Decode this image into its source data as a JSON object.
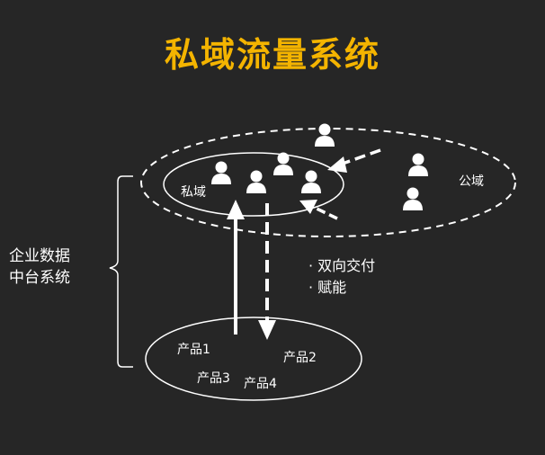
{
  "title": "私域流量系统",
  "left_label": [
    "企业数据",
    "中台系统"
  ],
  "private_domain_label": "私域",
  "public_domain_label": "公域",
  "benefits": [
    "双向交付",
    "赋能"
  ],
  "products": [
    "产品1",
    "产品2",
    "产品3",
    "产品4"
  ],
  "icons": {
    "user": "user-icon"
  },
  "colors": {
    "background": "#262626",
    "title": "#f4b400",
    "foreground": "#ffffff"
  }
}
